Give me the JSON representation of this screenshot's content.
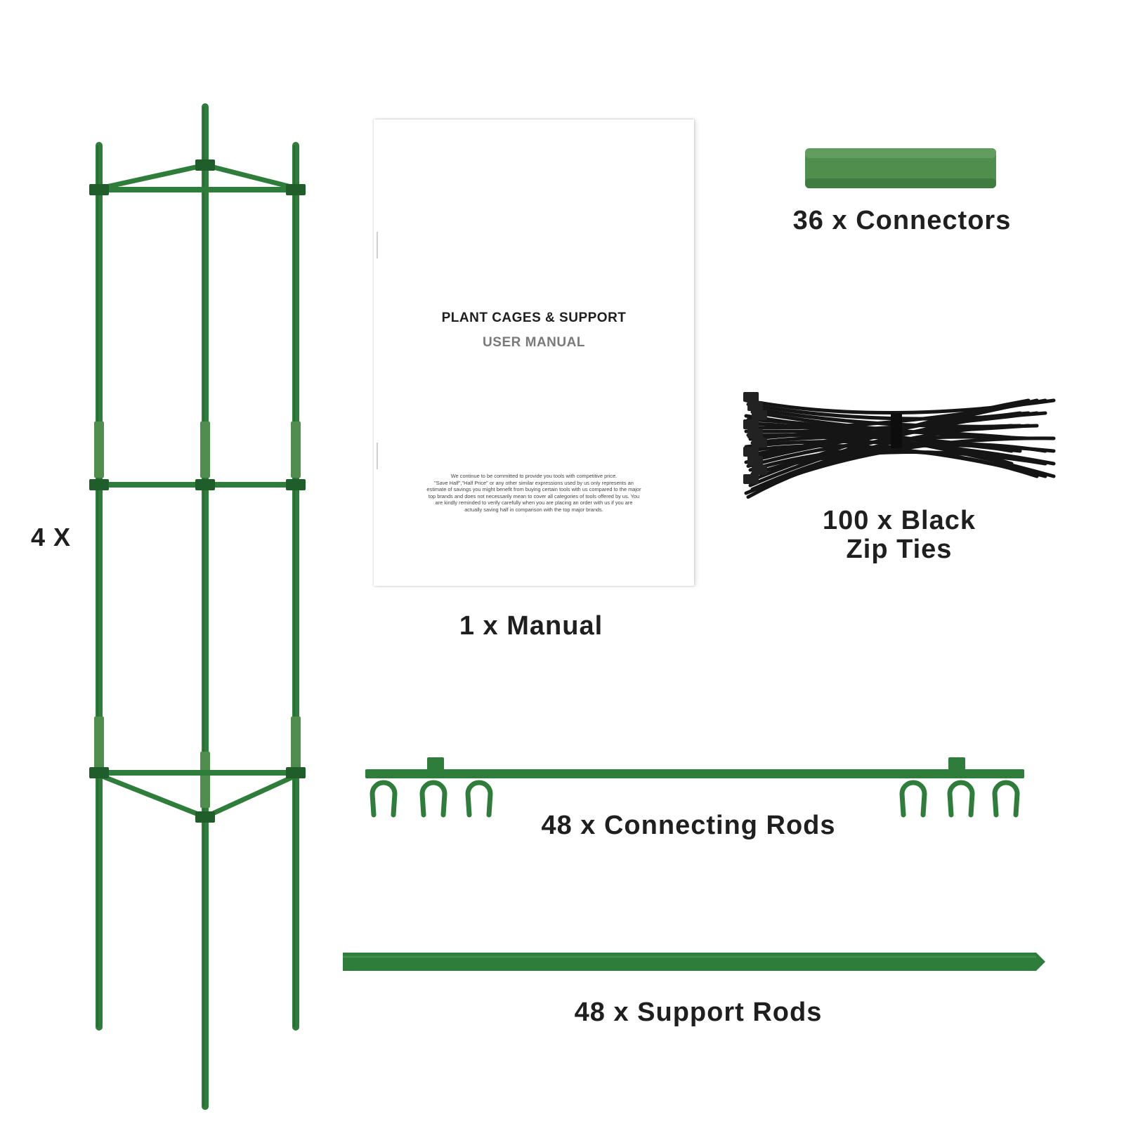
{
  "colors": {
    "rod_green": "#2e7d3a",
    "rod_dark": "#1f5e2a",
    "connector_green": "#4f8e4d",
    "zip_tie_black": "#151515",
    "text_dark": "#1f1f1f",
    "manual_gray": "#7a7a7a"
  },
  "labels": {
    "quantity_cages": "4 X",
    "connectors": "36 x Connectors",
    "zip_ties_line1": "100 x Black",
    "zip_ties_line2": "Zip Ties",
    "manual": "1 x Manual",
    "connecting_rods": "48 x Connecting Rods",
    "support_rods": "48 x Support Rods"
  },
  "manual": {
    "title": "PLANT CAGES & SUPPORT",
    "subtitle": "USER MANUAL",
    "body_lines": [
      "We continue to be committed to provide you tools with competitive price.",
      "\"Save Half\",\"Half Price\" or any other similar expressions used by us only represents an",
      "estimate of savings you might benefit from buying certain tools with us compared to the major",
      "top brands and does not necessarily mean to cover all categories of tools offered by us. You",
      "are kindly reminded to verify carefully when you are placing an order with us if you are",
      "actually saving half in comparison with the top major brands."
    ]
  }
}
